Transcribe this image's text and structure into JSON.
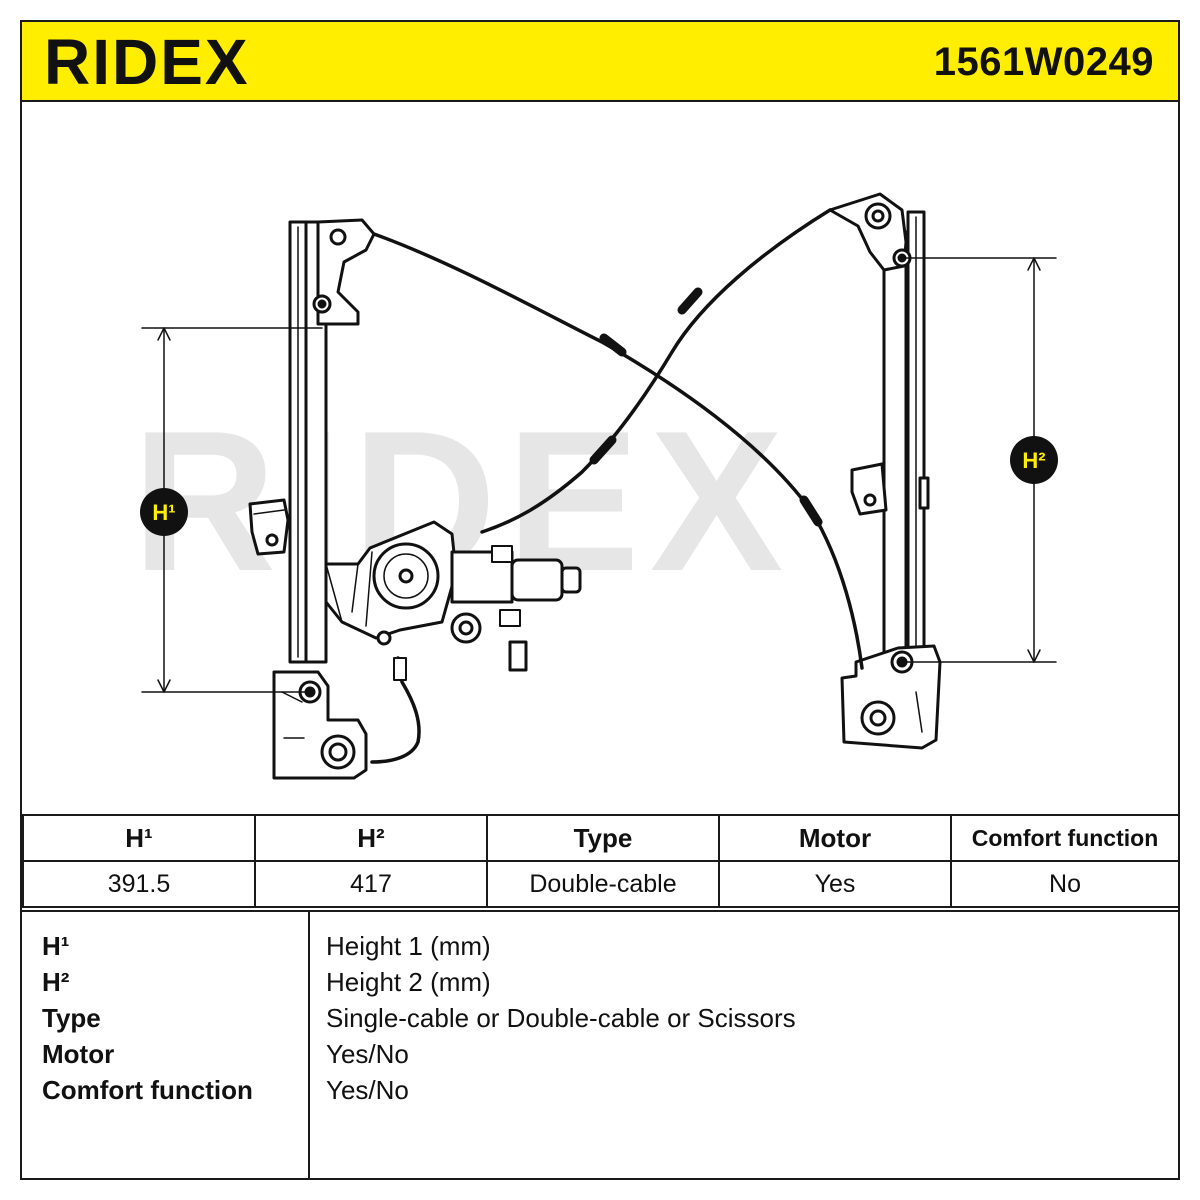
{
  "header": {
    "brand": "RIDEX",
    "part_number": "1561W0249",
    "background_color": "#ffee00"
  },
  "drawing": {
    "watermark": "RIDEX",
    "h1_label": "H¹",
    "h2_label": "H²"
  },
  "spec_table": {
    "headers": [
      "H¹",
      "H²",
      "Type",
      "Motor",
      "Comfort function"
    ],
    "values": [
      "391.5",
      "417",
      "Double-cable",
      "Yes",
      "No"
    ]
  },
  "legend": [
    {
      "term": "H¹",
      "description": "Height 1 (mm)"
    },
    {
      "term": "H²",
      "description": "Height 2 (mm)"
    },
    {
      "term": "Type",
      "description": "Single-cable or Double-cable or Scissors"
    },
    {
      "term": "Motor",
      "description": "Yes/No"
    },
    {
      "term": "Comfort function",
      "description": "Yes/No"
    }
  ]
}
